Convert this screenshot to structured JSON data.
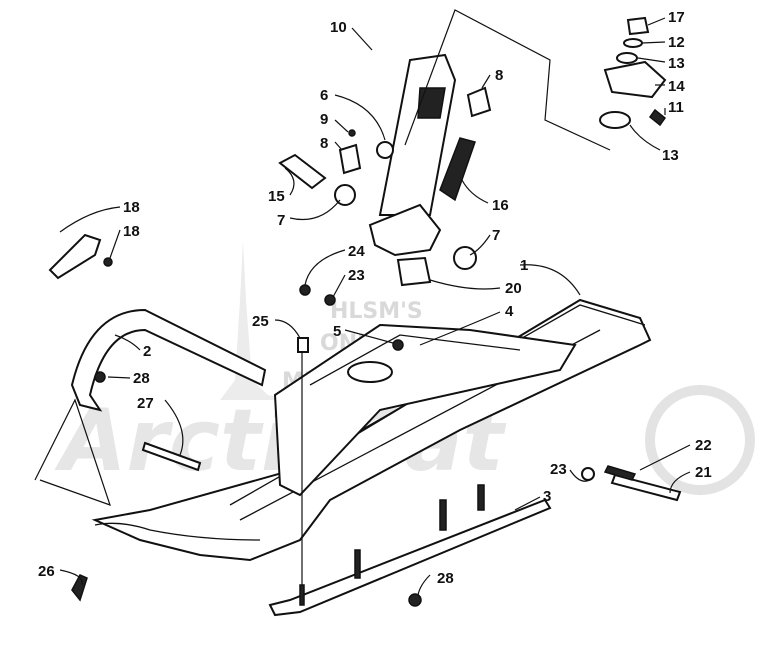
{
  "watermark": {
    "line1": "HLSM'S",
    "line2": "ONLINE",
    "line3": "MICROFICHE",
    "brand": "ArcticCat"
  },
  "callouts": {
    "c1": "1",
    "c2": "2",
    "c3": "3",
    "c4": "4",
    "c5": "5",
    "c6": "6",
    "c7a": "7",
    "c7b": "7",
    "c8a": "8",
    "c8b": "8",
    "c9": "9",
    "c10": "10",
    "c11": "11",
    "c12": "12",
    "c13a": "13",
    "c13b": "13",
    "c14": "14",
    "c15": "15",
    "c16": "16",
    "c17": "17",
    "c18a": "18",
    "c18b": "18",
    "c20": "20",
    "c21": "21",
    "c22": "22",
    "c23a": "23",
    "c23b": "23",
    "c24": "24",
    "c25": "25",
    "c26": "26",
    "c27": "27",
    "c28a": "28",
    "c28b": "28"
  }
}
